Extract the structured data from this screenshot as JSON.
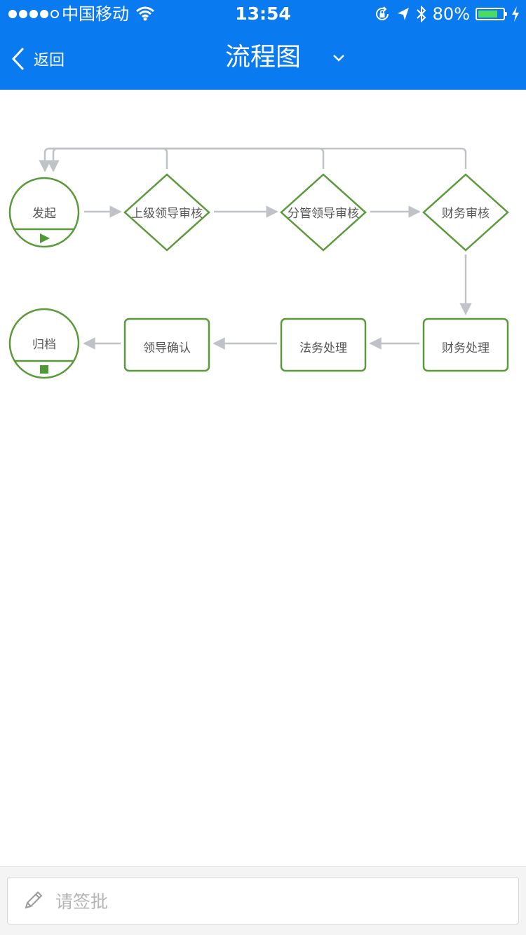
{
  "status_bar": {
    "carrier": "中国移动",
    "time": "13:54",
    "battery_percent": "80%",
    "battery_level": 0.8
  },
  "nav": {
    "back_label": "返回",
    "title": "流程图"
  },
  "flow": {
    "start_node": "发起",
    "end_node": "归档",
    "decisions": [
      "上级领导审核",
      "分管领导审核",
      "财务审核"
    ],
    "tasks": [
      "财务处理",
      "法务处理",
      "领导确认"
    ]
  },
  "bottom": {
    "sign_placeholder": "请签批"
  },
  "colors": {
    "accent": "#0a7af0",
    "node_stroke": "#5a9a3a",
    "connector": "#bfc2c6"
  }
}
